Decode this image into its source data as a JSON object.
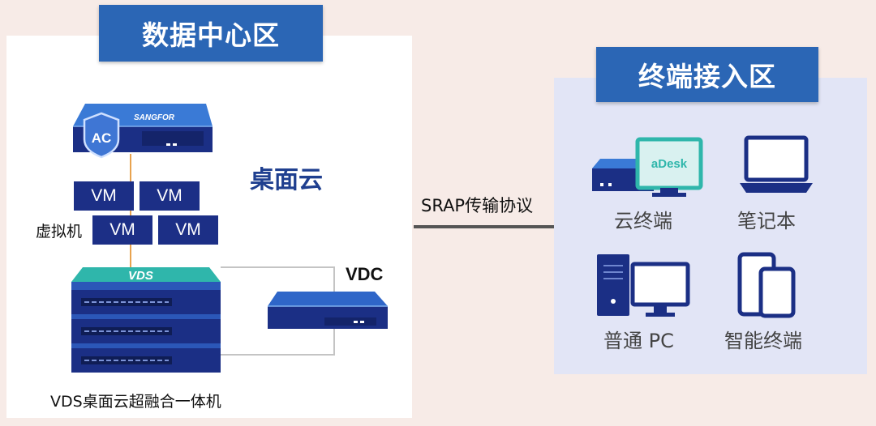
{
  "zones": {
    "datacenter": {
      "title": "数据中心区"
    },
    "terminal": {
      "title": "终端接入区"
    }
  },
  "datacenter": {
    "ac_label": "AC",
    "brand": "SANGFOR",
    "vm_boxes": [
      "VM",
      "VM",
      "VM",
      "VM"
    ],
    "vm_label": "虚拟机",
    "cloud_label": "桌面云",
    "vds_brand": "VDS",
    "vdc_label": "VDC",
    "vds_label": "VDS桌面云超融合一体机"
  },
  "link": {
    "protocol": "SRAP传输协议"
  },
  "terminals": {
    "cloud_terminal": "云终端",
    "adesk": "aDesk",
    "laptop": "笔记本",
    "pc": "普通 PC",
    "smart": "智能终端"
  },
  "colors": {
    "title_bg": "#2b66b5",
    "vm_bg": "#1c2f86",
    "device_dark": "#1b2f85",
    "device_top": "#2f66c8",
    "teal": "#2fb6ab",
    "panel_terminal": "#e2e5f6",
    "background": "#f7ebe7"
  }
}
